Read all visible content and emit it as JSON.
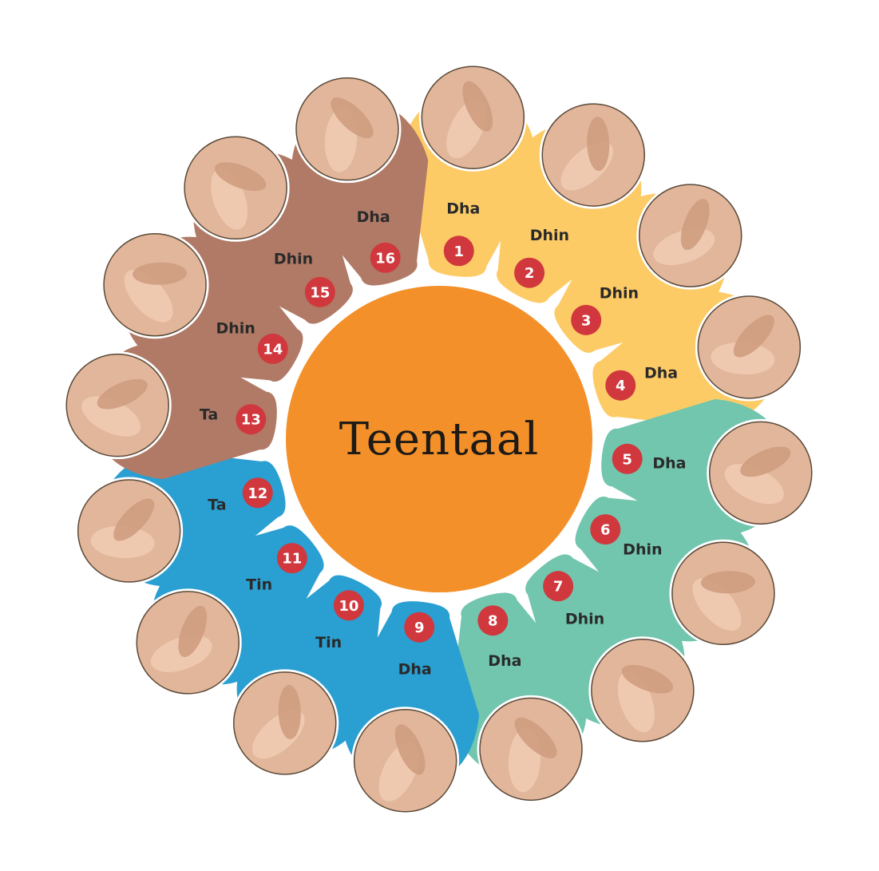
{
  "title": "Teentaal",
  "center_color": "#f39029",
  "colors": {
    "group1": "#fdcb66",
    "group2": "#72c6ae",
    "group3": "#2a9fd2",
    "group4": "#b07a66",
    "badge": "#d0383e",
    "photo_skin": "#e2b69a"
  },
  "beats": [
    {
      "num": "1",
      "bol": "Dha",
      "group": "group1"
    },
    {
      "num": "2",
      "bol": "Dhin",
      "group": "group1"
    },
    {
      "num": "3",
      "bol": "Dhin",
      "group": "group1"
    },
    {
      "num": "4",
      "bol": "Dha",
      "group": "group1"
    },
    {
      "num": "5",
      "bol": "Dha",
      "group": "group2"
    },
    {
      "num": "6",
      "bol": "Dhin",
      "group": "group2"
    },
    {
      "num": "7",
      "bol": "Dhin",
      "group": "group2"
    },
    {
      "num": "8",
      "bol": "Dha",
      "group": "group2"
    },
    {
      "num": "9",
      "bol": "Dha",
      "group": "group3"
    },
    {
      "num": "10",
      "bol": "Tin",
      "group": "group3"
    },
    {
      "num": "11",
      "bol": "Tin",
      "group": "group3"
    },
    {
      "num": "12",
      "bol": "Ta",
      "group": "group3"
    },
    {
      "num": "13",
      "bol": "Ta",
      "group": "group4"
    },
    {
      "num": "14",
      "bol": "Dhin",
      "group": "group4"
    },
    {
      "num": "15",
      "bol": "Dhin",
      "group": "group4"
    },
    {
      "num": "16",
      "bol": "Dha",
      "group": "group4"
    }
  ]
}
